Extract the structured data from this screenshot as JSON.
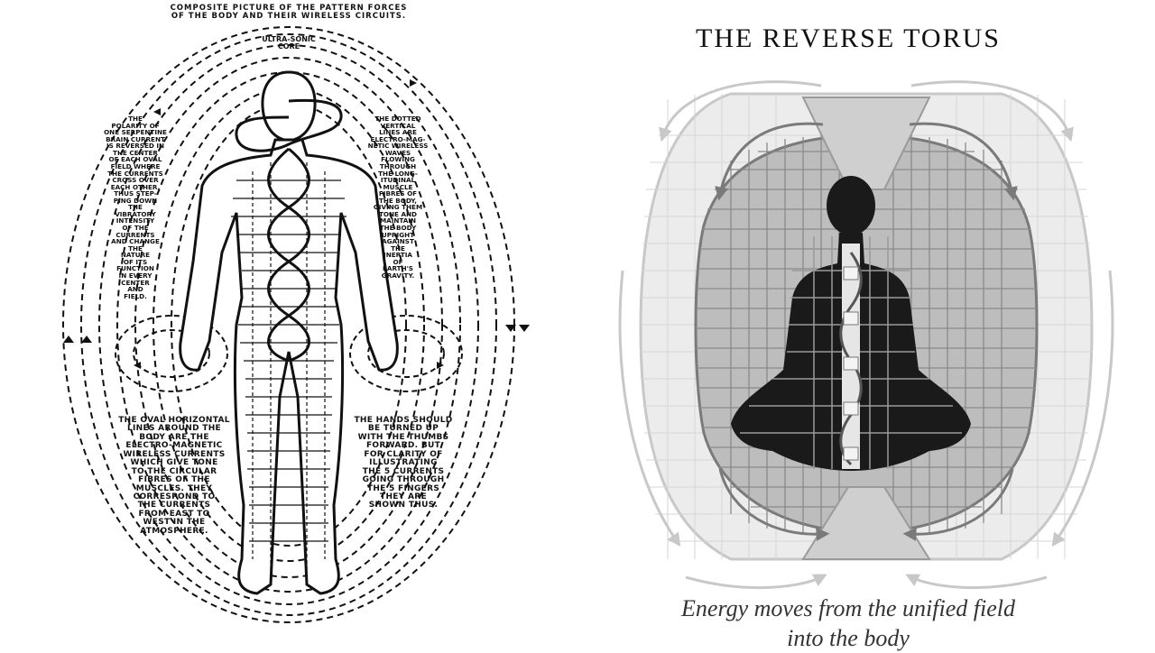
{
  "left_figure": {
    "title": "COMPOSITE PICTURE OF THE PATTERN FORCES\nOF THE BODY AND THEIR WIRELESS CIRCUITS.",
    "core_label": "ULTRA-SONIC\nCORE",
    "note_left": "THE\nPOLARITY OF\nONE SERPENTINE\nBRAIN CURRENT\nIS REVERSED IN\nTHE CENTER\nOF EACH OVAL\nFIELD WHERE\nTHE CURRENTS\nCROSS OVER\nEACH OTHER,\nTHUS STEP-\nPING DOWN\nTHE\nVIBRATORY\nINTENSITY\nOF THE\nCURRENTS\nAND CHANGE\nTHE\nNATURE\nOF ITS\nFUNCTION\nIN EVERY\nCENTER\nAND\nFIELD.",
    "note_right": "THE DOTTED\nVERTICAL\nLINES ARE\nELECTRO-MAG-\nNETIC WIRELESS\nWAVES\nFLOWING\nTHROUGH\nTHE LONG-\nITUDINAL\nMUSCLE\nFIBRES OF\nTHE BODY,\nGIVING THEM\nTONE AND\nMAINTAIN\nTHE BODY\nUPRIGHT\nAGAINST\nTHE\nINERTIA\nOF\nEARTH'S\nGRAVITY.",
    "note_bottom_left": "THE OVAL HORIZONTAL\nLINES AROUND THE\nBODY ARE THE\nELECTRO-MAGNETIC\nWIRELESS CURRENTS\nWHICH GIVE TONE\nTO THE CIRCULAR\nFIBRES OF THE\nMUSCLES. THEY\nCORRESPOND TO\nTHE CURRENTS\nFROM EAST TO\nWEST IN THE\nATMOSPHERE.",
    "note_bottom_right": "THE HANDS SHOULD\nBE TURNED UP\nWITH THE THUMBS\nFORWARD. BUT\nFOR CLARITY OF\nILLUSTRATING\nTHE 5 CURRENTS\nGOING THROUGH\nTHE 5 FINGERS\nTHEY ARE\nSHOWN THUS."
  },
  "right_figure": {
    "title": "THE REVERSE TORUS",
    "caption": "Energy moves from the unified field\ninto the body"
  },
  "colors": {
    "ink": "#111111",
    "torus_outer": "#d9d9d9",
    "torus_inner": "#8a8a8a",
    "silhouette": "#1a1a1a",
    "caption": "#333333"
  }
}
